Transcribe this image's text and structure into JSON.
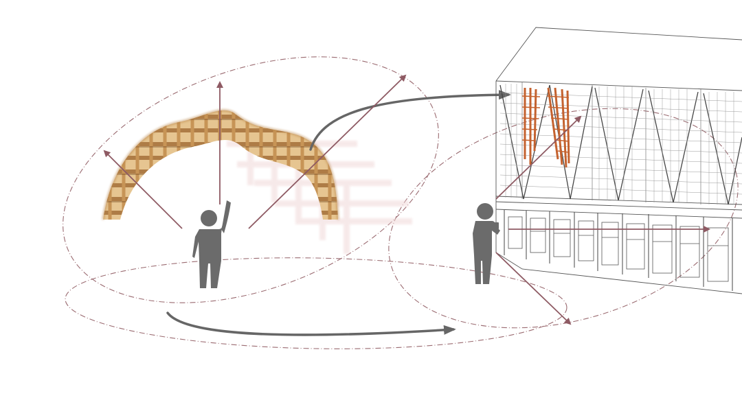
{
  "colors": {
    "background": "#ffffff",
    "figure": "#6b6b6b",
    "arrow_red": "#8e5a63",
    "dashed_ellipse": "#9a6a70",
    "flow_arrow": "#666666",
    "wood_light": "#d9b27a",
    "wood_dark": "#a8743f",
    "wood_pale": "#f0d8d8",
    "louver": "#c4622f",
    "building_line": "#555555"
  },
  "figures": [
    {
      "name": "person-raising-arm",
      "icon": "person-pointing-icon"
    },
    {
      "name": "person-holding-device",
      "icon": "person-with-device-icon"
    }
  ],
  "elements": {
    "wood_arch": "timber-lattice-arch",
    "building": "building-facade-wireframe",
    "facade_panels": "vertical-timber-louvers"
  }
}
